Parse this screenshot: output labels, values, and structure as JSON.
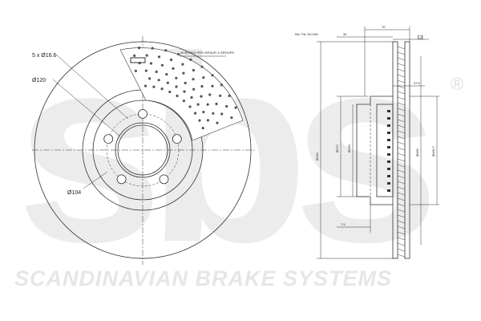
{
  "brand": {
    "logo_letters": "sbs",
    "registered_mark": "®",
    "watermark_text": "SCANDINAVIAN BRAKE SYSTEMS",
    "watermark_color": "#e6e6e6"
  },
  "front_view": {
    "labels": {
      "bolt_holes": "5 x Ø16.6",
      "pcd": "Ø120",
      "centre_bore": "Ø104",
      "drill_note": "40 BORES PER GROUP, 4 GROUPS"
    }
  },
  "side_view": {
    "labels": {
      "thickness_min": "Min. Thk. 26.4 Mm",
      "thickness": "13",
      "top_width": "70",
      "top_offset": "30",
      "hat_depth": "37.5",
      "hat_step": "7.5",
      "dia_outer": "Ø340",
      "dia_inner": "Ø172",
      "dia_hat": "Ø160",
      "dia_vent": "Ø160",
      "dia_right": "Ø160.7"
    }
  },
  "colors": {
    "line": "#333333",
    "hatch": "#777777"
  }
}
